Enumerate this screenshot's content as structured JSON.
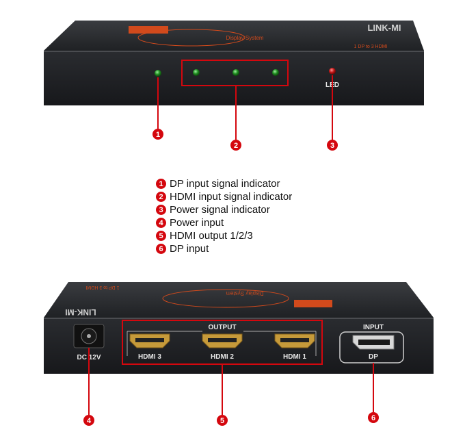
{
  "front_panel": {
    "brand": "LINK-MI",
    "model_label": "1 DP to 3 HDMI",
    "display_system_label": "Display System",
    "led_label": "LED"
  },
  "back_panel": {
    "brand": "LINK-MI",
    "model_label": "1 DP to 3 HDMI",
    "display_system_label": "Display System",
    "output_label": "OUTPUT",
    "input_label": "INPUT",
    "dc_label": "DC 12V",
    "ports": [
      "HDMI 3",
      "HDMI 2",
      "HDMI 1"
    ],
    "dp_label": "DP"
  },
  "callouts": [
    {
      "num": "1",
      "text": "DP input signal indicator"
    },
    {
      "num": "2",
      "text": "HDMI input signal indicator"
    },
    {
      "num": "3",
      "text": "Power signal indicator"
    },
    {
      "num": "4",
      "text": "Power input"
    },
    {
      "num": "5",
      "text": "HDMI output 1/2/3"
    },
    {
      "num": "6",
      "text": "DP input"
    }
  ],
  "colors": {
    "callout_red": "#d4070e",
    "box_body": "#24262a",
    "box_top": "#2e3034",
    "led_green": "#1f8a1f",
    "led_red": "#c21414",
    "accent_orange": "#d24a1c"
  }
}
